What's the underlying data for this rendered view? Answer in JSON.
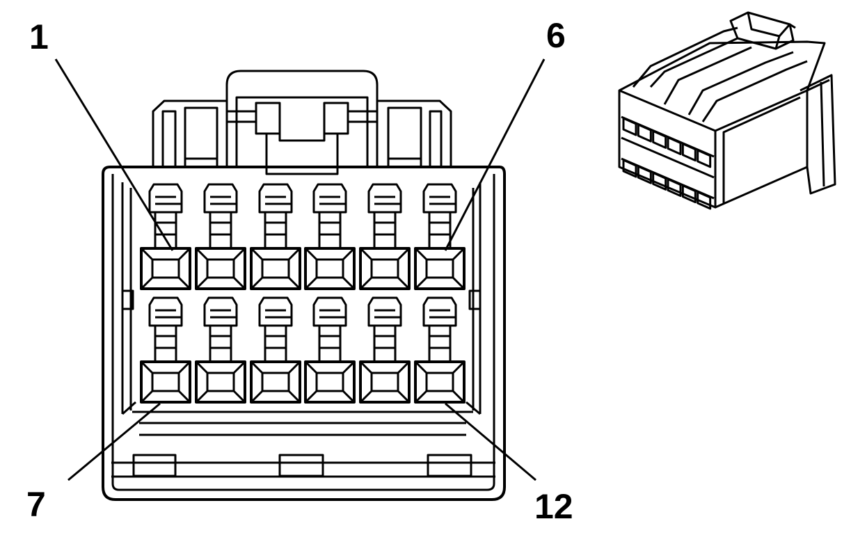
{
  "diagram": {
    "pin_labels": {
      "top_left": "1",
      "top_right": "6",
      "bottom_left": "7",
      "bottom_right": "12"
    },
    "cavity_rows": 2,
    "cavities_per_row": 6,
    "colors": {
      "stroke": "#000000",
      "background": "#ffffff"
    }
  }
}
